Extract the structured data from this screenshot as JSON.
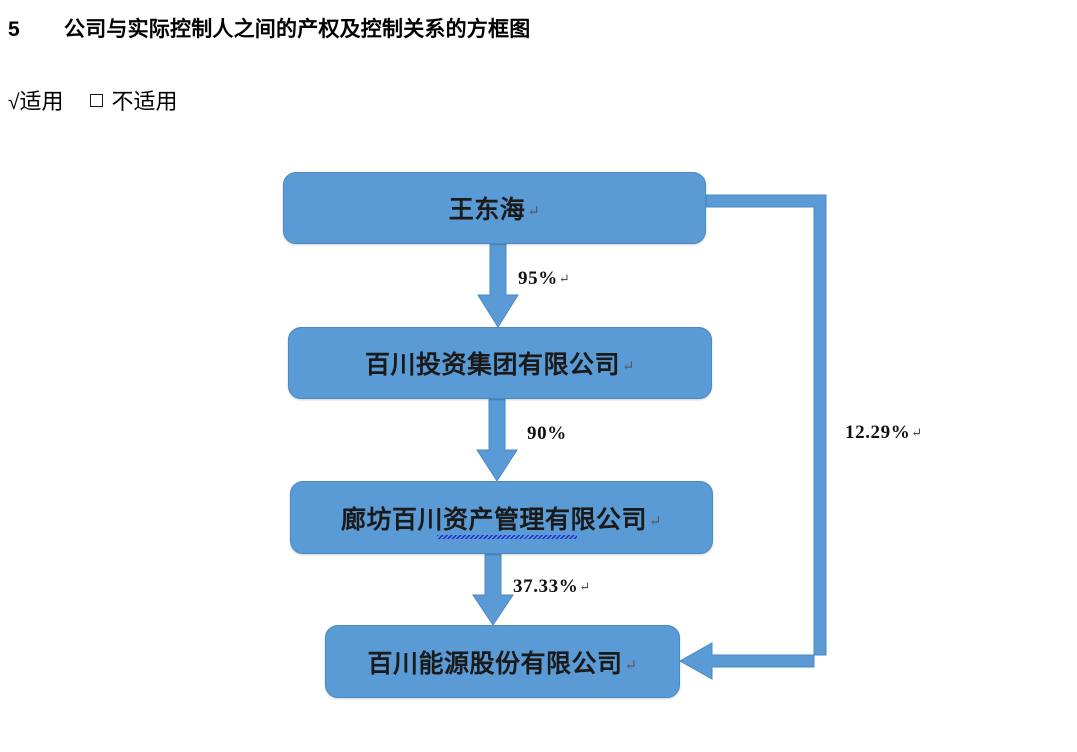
{
  "heading": {
    "number": "5",
    "text": "公司与实际控制人之间的产权及控制关系的方框图"
  },
  "applicability": {
    "checked_mark": "√",
    "checked_label": "适用",
    "unchecked_label": "不适用"
  },
  "chart_data": {
    "type": "diagram",
    "title": "公司与实际控制人之间的产权及控制关系的方框图",
    "nodes": [
      {
        "id": "n1",
        "label": "王东海",
        "pilcrow": "↵"
      },
      {
        "id": "n2",
        "label": "百川投资集团有限公司",
        "pilcrow": "↵"
      },
      {
        "id": "n3",
        "label": "廊坊百川资产管理有限公司",
        "pilcrow": "↵"
      },
      {
        "id": "n4",
        "label": "百川能源股份有限公司",
        "pilcrow": "↵"
      }
    ],
    "edges": [
      {
        "from": "n1",
        "to": "n2",
        "label": "95%",
        "pilcrow": "↵",
        "direction": "down"
      },
      {
        "from": "n2",
        "to": "n3",
        "label": "90%",
        "pilcrow": "",
        "direction": "down"
      },
      {
        "from": "n3",
        "to": "n4",
        "label": "37.33%",
        "pilcrow": "↵",
        "direction": "down"
      },
      {
        "from": "n1",
        "to": "n4",
        "label": "12.29%",
        "pilcrow": "↵",
        "direction": "right-down-left"
      }
    ],
    "colors": {
      "node_fill": "#5B9BD5",
      "connector": "#5B9BD5",
      "node_text": "#1A1A1A",
      "label_text": "#111111",
      "spellcheck_underline": "#2020D0"
    }
  }
}
